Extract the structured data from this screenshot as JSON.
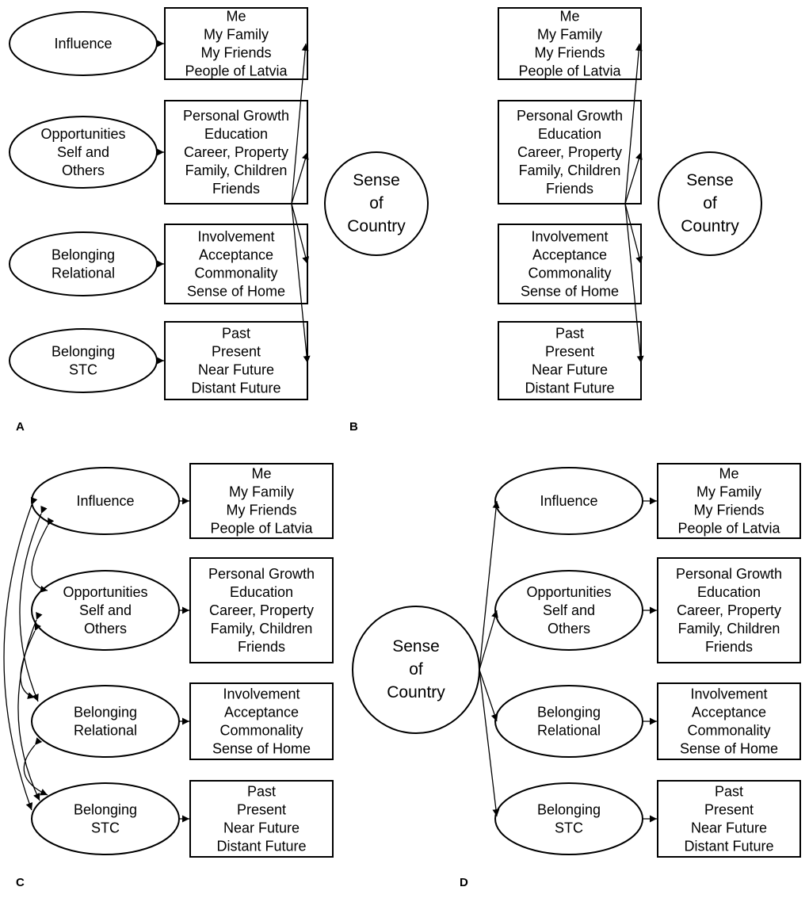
{
  "factors": [
    {
      "key": "influence",
      "lines": [
        "Influence"
      ]
    },
    {
      "key": "opportunities",
      "lines": [
        "Opportunities",
        "Self and",
        "Others"
      ]
    },
    {
      "key": "belonging_relational",
      "lines": [
        "Belonging",
        "Relational"
      ]
    },
    {
      "key": "belonging_stc",
      "lines": [
        "Belonging",
        "STC"
      ]
    }
  ],
  "indicators": [
    {
      "key": "influence_items",
      "lines": [
        "Me",
        "My Family",
        "My Friends",
        "People of Latvia"
      ]
    },
    {
      "key": "opportunities_items",
      "lines": [
        "Personal Growth",
        "Education",
        "Career, Property",
        "Family, Children",
        "Friends"
      ]
    },
    {
      "key": "relational_items",
      "lines": [
        "Involvement",
        "Acceptance",
        "Commonality",
        "Sense of Home"
      ]
    },
    {
      "key": "stc_items",
      "lines": [
        "Past",
        "Present",
        "Near Future",
        "Distant Future"
      ]
    }
  ],
  "sense_of_country": {
    "lines": [
      "Sense",
      "of",
      "Country"
    ]
  },
  "panels": [
    {
      "label": "A",
      "model": "first-order with general factor",
      "ellipses": true,
      "general": "right",
      "correlated": false
    },
    {
      "label": "B",
      "model": "single factor",
      "ellipses": false,
      "general": "right",
      "correlated": false
    },
    {
      "label": "C",
      "model": "correlated factors",
      "ellipses": true,
      "general": "none",
      "correlated": true
    },
    {
      "label": "D",
      "model": "second-order",
      "ellipses": true,
      "general": "left",
      "correlated": false
    }
  ]
}
